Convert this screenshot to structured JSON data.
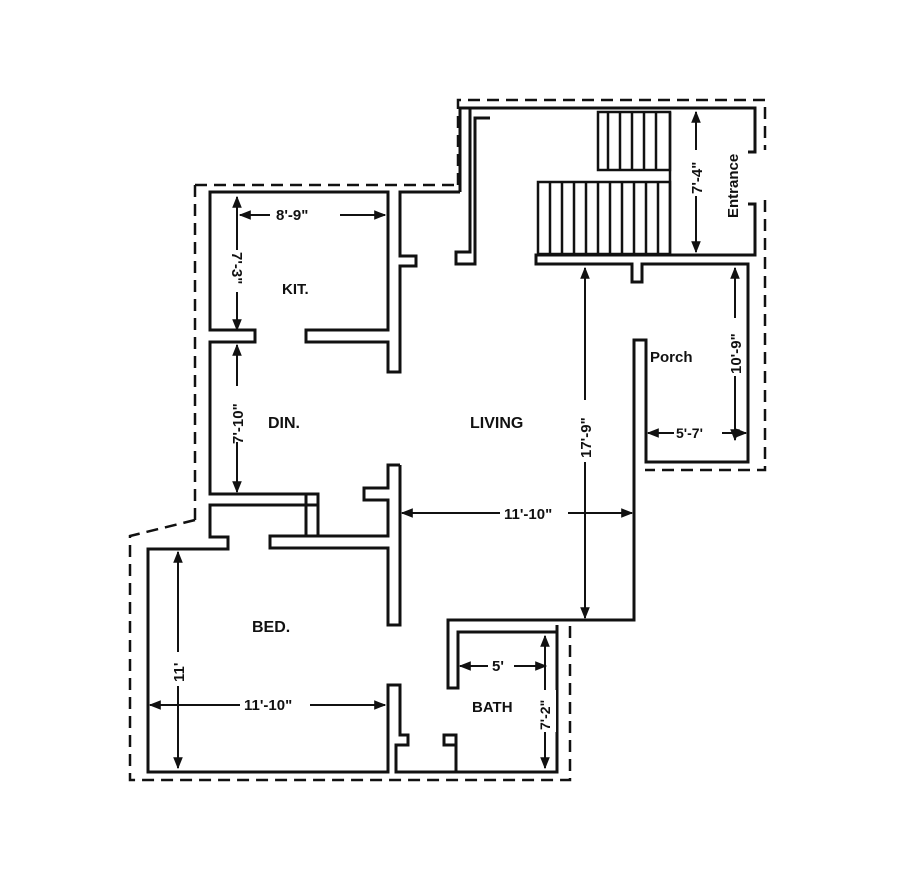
{
  "plan": {
    "ink_color": "#111111",
    "background": "#ffffff",
    "rooms": {
      "kitchen": "KIT.",
      "dining": "DIN.",
      "living": "LIVING",
      "porch": "Porch",
      "bedroom": "BED.",
      "bath": "BATH",
      "entrance": "Entrance"
    },
    "dimensions": {
      "kit_width": "8'-9\"",
      "kit_depth": "7'-3\"",
      "din_depth": "7'-10\"",
      "living_width": "11'-10\"",
      "living_depth": "17'-9\"",
      "porch_depth": "10'-9\"",
      "porch_width": "5'-7'",
      "stair_depth": "7'-4\"",
      "bed_width": "11'-10\"",
      "bed_depth": "11'",
      "bath_width": "5'",
      "bath_depth": "7'-2\""
    }
  }
}
